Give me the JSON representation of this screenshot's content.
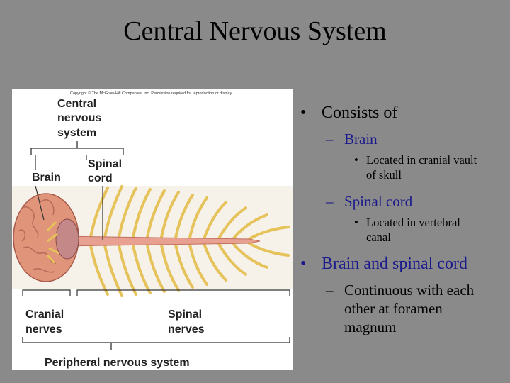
{
  "slide": {
    "title": "Central Nervous System"
  },
  "figure": {
    "copyright": "Copyright © The McGraw-Hill Companies, Inc. Permission required for reproduction or display.",
    "label_cns_1": "Central",
    "label_cns_2": "nervous",
    "label_cns_3": "system",
    "label_brain": "Brain",
    "label_spinal_cord_1": "Spinal",
    "label_spinal_cord_2": "cord",
    "label_cranial_1": "Cranial",
    "label_cranial_2": "nerves",
    "label_spinal_nerves_1": "Spinal",
    "label_spinal_nerves_2": "nerves",
    "label_pns": "Peripheral nervous system"
  },
  "bullets": [
    {
      "text": "Consists of",
      "sub": [
        {
          "text": "Brain",
          "lines": [
            "Located in cranial vault",
            "of skull"
          ]
        },
        {
          "text": "Spinal cord",
          "lines": [
            "Located in vertebral",
            "canal"
          ]
        }
      ]
    },
    {
      "text": "Brain and spinal cord",
      "sub_lines": [
        "Continuous with each",
        "other at foramen",
        "magnum"
      ]
    }
  ],
  "markers": {
    "level1": "•",
    "level2": "–",
    "level3": "•"
  },
  "colors": {
    "background": "#8a8a8a",
    "blue_text": "#1a1a8c",
    "nerve": "#e6c25a",
    "brain": "#e0957a",
    "cord": "#e8a090"
  }
}
